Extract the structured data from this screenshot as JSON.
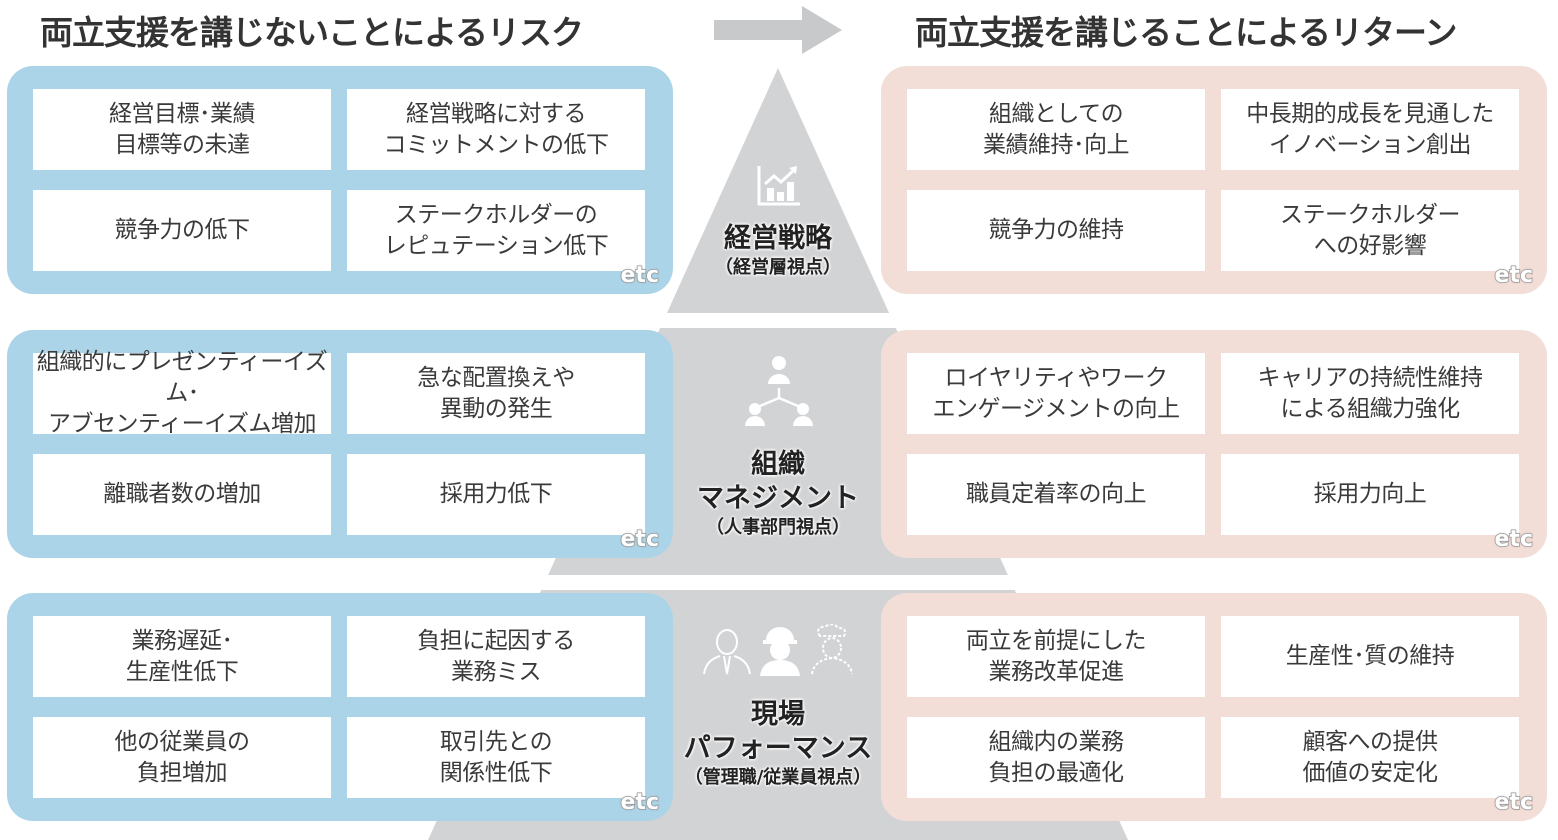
{
  "header": {
    "left_title": "両立支援を講じないことによるリスク",
    "right_title": "両立支援を講じることによるリターン",
    "arrow_icon": "arrow-right-icon"
  },
  "levels": [
    {
      "main": "経営戦略",
      "sub": "（経営層視点）",
      "icon": "chart-growth-icon"
    },
    {
      "main": "組織\nマネジメント",
      "sub": "（人事部門視点）",
      "icon": "org-structure-icon"
    },
    {
      "main": "現場\nパフォーマンス",
      "sub": "（管理職/従業員視点）",
      "icon": "workers-icon"
    }
  ],
  "risks": [
    {
      "items": [
        "経営目標･業績\n目標等の未達",
        "経営戦略に対する\nコミットメントの低下",
        "競争力の低下",
        "ステークホルダーの\nレピュテーション低下"
      ],
      "etc": "etc"
    },
    {
      "items": [
        "組織的にプレゼンティーイズム･\nアブセンティーイズム増加",
        "急な配置換えや\n異動の発生",
        "離職者数の増加",
        "採用力低下"
      ],
      "etc": "etc"
    },
    {
      "items": [
        "業務遅延･\n生産性低下",
        "負担に起因する\n業務ミス",
        "他の従業員の\n負担増加",
        "取引先との\n関係性低下"
      ],
      "etc": "etc"
    }
  ],
  "returns": [
    {
      "items": [
        "組織としての\n業績維持･向上",
        "中長期的成長を見通した\nイノベーション創出",
        "競争力の維持",
        "ステークホルダー\nへの好影響"
      ],
      "etc": "etc"
    },
    {
      "items": [
        "ロイヤリティやワーク\nエンゲージメントの向上",
        "キャリアの持続性維持\nによる組織力強化",
        "職員定着率の向上",
        "採用力向上"
      ],
      "etc": "etc"
    },
    {
      "items": [
        "両立を前提にした\n業務改革促進",
        "生産性･質の維持",
        "組織内の業務\n負担の最適化",
        "顧客への提供\n価値の安定化"
      ],
      "etc": "etc"
    }
  ],
  "colors": {
    "risk": "#abd4e8",
    "return": "#f3ded7",
    "pyramid": "#d2d3d5",
    "text": "#333333"
  }
}
